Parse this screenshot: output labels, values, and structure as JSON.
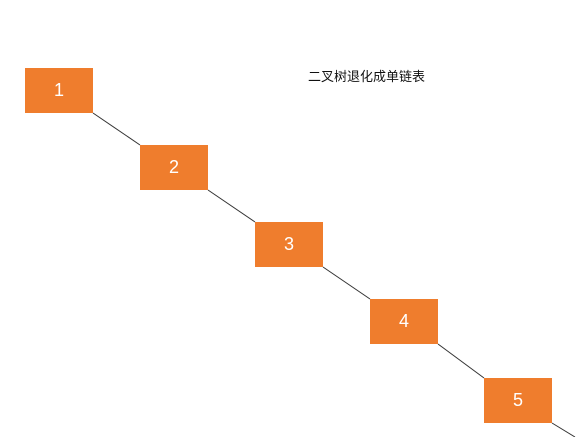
{
  "title": "二叉树退化成单链表",
  "nodes": [
    {
      "label": "1"
    },
    {
      "label": "2"
    },
    {
      "label": "3"
    },
    {
      "label": "4"
    },
    {
      "label": "5"
    }
  ],
  "colors": {
    "node_fill": "#ef7d2d",
    "node_text": "#ffffff",
    "edge": "#333333",
    "background": "#ffffff"
  }
}
